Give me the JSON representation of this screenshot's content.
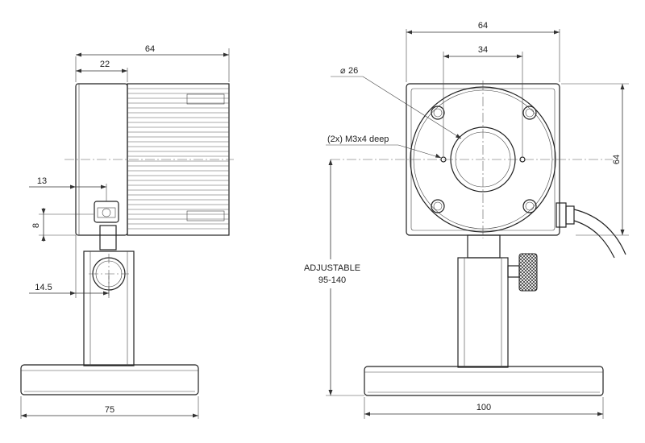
{
  "side_view": {
    "dim_overall_width": "64",
    "dim_front_flange": "22",
    "dim_screw_offset": "13",
    "dim_screw_height": "8",
    "dim_post_offset": "14.5",
    "dim_base_width": "75"
  },
  "front_view": {
    "dim_overall_width": "64",
    "dim_hole_spacing": "34",
    "dim_aperture_diameter": "26",
    "dim_overall_height": "64",
    "dim_base_width": "100",
    "callout_threads": "(2x) M3x4 deep",
    "height_label_line1": "ADJUSTABLE",
    "height_label_line2": "95-140"
  },
  "colors": {
    "line": "#222222",
    "dimension": "#333333",
    "fill_dark": "#e8e8e8"
  }
}
